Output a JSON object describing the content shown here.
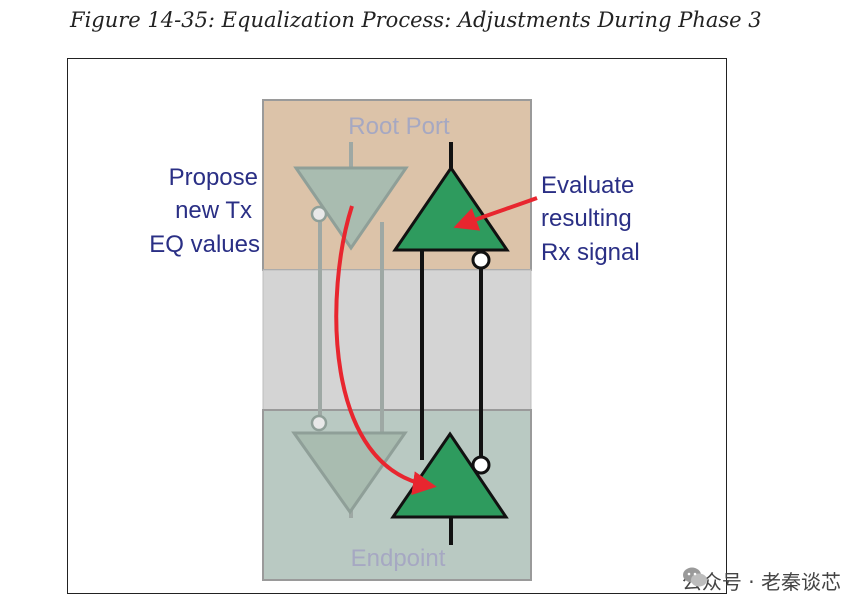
{
  "caption": "Figure 14-35: Equalization Process: Adjustments During Phase 3",
  "boxes": {
    "top": "Root Port",
    "bottom": "Endpoint"
  },
  "annotations": {
    "left": [
      "Propose",
      "new Tx",
      "EQ values"
    ],
    "right": [
      "Evaluate",
      "resulting",
      "Rx signal"
    ]
  },
  "colors": {
    "root_port_fill": "#dcc3a9",
    "endpoint_fill": "#b9c9c2",
    "middle_fill": "#d4d4d4",
    "active_triangle": "#2e9b5e",
    "inactive_triangle": "#a9bcb0",
    "arrow": "#e8262f",
    "label_text": "#2a2f85"
  },
  "watermark": "公众号 · 老秦谈芯"
}
